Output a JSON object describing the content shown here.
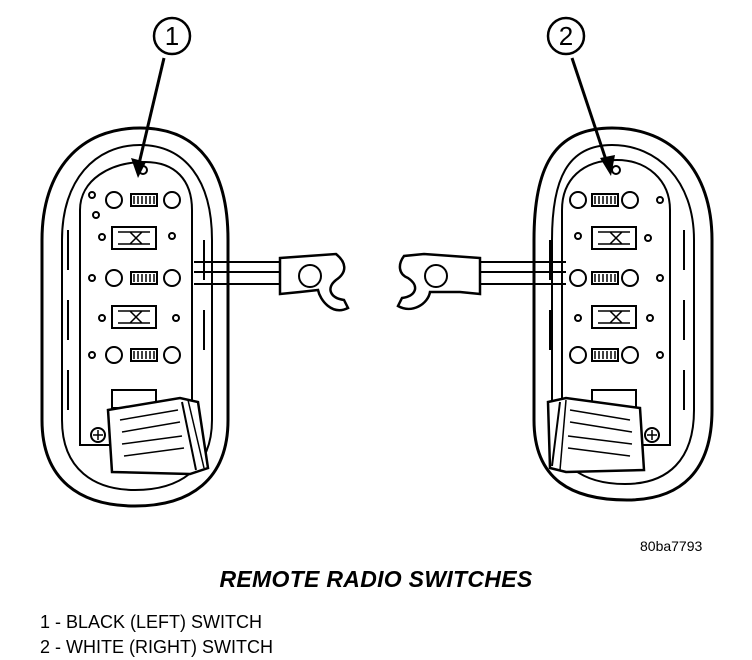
{
  "diagram": {
    "callouts": [
      {
        "number": "1"
      },
      {
        "number": "2"
      }
    ],
    "figure_id": "80ba7793",
    "caption": "REMOTE RADIO SWITCHES",
    "legend": [
      "1 - BLACK (LEFT) SWITCH",
      "2 - WHITE (RIGHT) SWITCH"
    ]
  },
  "colors": {
    "line": "#000000",
    "background": "#ffffff"
  }
}
